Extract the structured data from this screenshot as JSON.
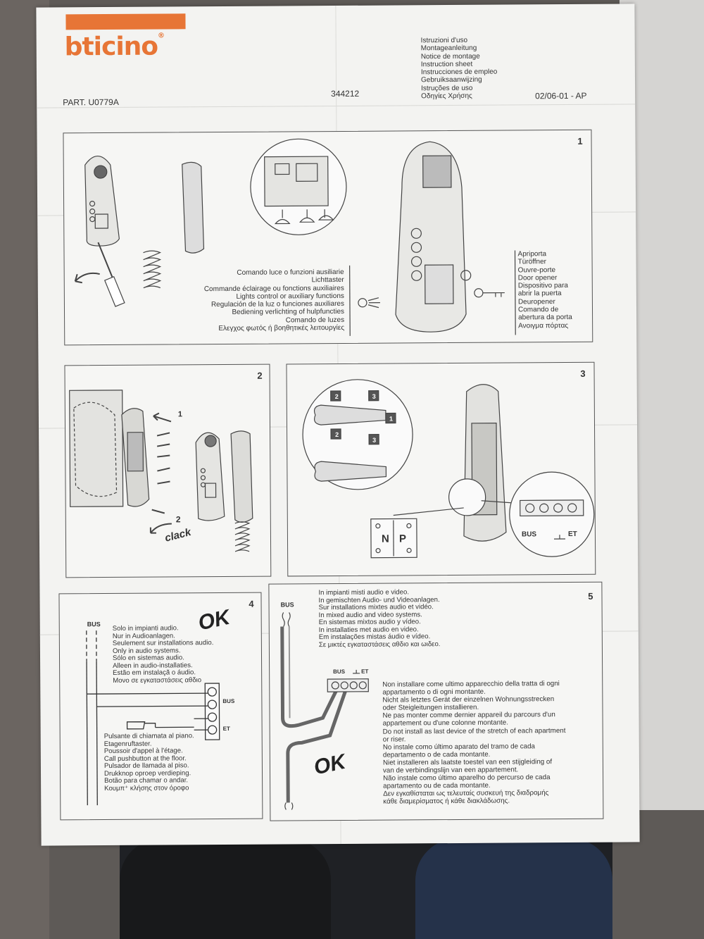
{
  "header": {
    "brand": "bticino",
    "part": "PART. U0779A",
    "code": "344212",
    "date": "02/06-01 - AP",
    "title_lines": [
      "Istruzioni d'uso",
      "Montageanleitung",
      "Notice de montage",
      "Instruction sheet",
      "Instrucciones de empleo",
      "Gebruiksaanwijzing",
      "Istruções de uso",
      "Οδηγίες Χρήσης"
    ]
  },
  "panels": {
    "p1": {
      "number": "1",
      "light_lines": [
        "Comando luce o funzioni ausiliarie",
        "Lichttaster",
        "Commande éclairage ou fonctions auxiliaires",
        "Lights control or auxiliary functions",
        "Regulación de la luz o funciones auxiliares",
        "Bediening verlichting of hulpfuncties",
        "Comando de luzes",
        "Ελεγχος φωτός ή βοηθητικές λειτουργίες"
      ],
      "door_lines": [
        "Apriporta",
        "Türöffner",
        "Ouvre-porte",
        "Door opener",
        "Dispositivo para",
        "abrir la puerta",
        "Deuropener",
        "Comando de",
        "abertura da porta",
        "Ανοιγμα πόρτας"
      ]
    },
    "p2": {
      "number": "2",
      "step1": "1",
      "step2": "2",
      "clack": "clack"
    },
    "p3": {
      "number": "3",
      "n": "N",
      "p": "P",
      "bus": "BUS",
      "et": "ET",
      "arrow1": "1",
      "arrow2": "2",
      "arrow3": "3"
    },
    "p4": {
      "number": "4",
      "ok": "OK",
      "bus": "BUS",
      "bus_terminal": "BUS",
      "et_terminal": "ET",
      "audio_lines": [
        "Solo in impianti audio.",
        "Nur in Audioanlagen.",
        "Seulement sur installations audio.",
        "Only in audio systems.",
        "Sólo en sistemas audio.",
        "Alleen in audio-installaties.",
        "Estão em instalaçã o áudio.",
        "Μονο σε εγκαταστάσεις αθδιο"
      ],
      "push_lines": [
        "Pulsante di chiamata al piano.",
        "Etagenruftaster.",
        "Poussoir d'appel à l'étage.",
        "Call pushbutton at the floor.",
        "Pulsador de llamada al piso.",
        "Drukknop oproep verdieping.",
        "Botão para chamar o andar.",
        "Κουμπ⁺ κλήσης στον όροφο"
      ]
    },
    "p5": {
      "number": "5",
      "ok": "OK",
      "bus": "BUS",
      "bus_terminal": "BUS",
      "et_terminal": "ET",
      "mixed_lines": [
        "In impianti misti audio e video.",
        "In gemischten Audio- und Videoanlagen.",
        "Sur installations mixtes audio et vidéo.",
        "In mixed audio and video systems.",
        "En sistemas mixtos audio y vídeo.",
        "In installaties met audio en video.",
        "Em instalações mistas áudio e vídeo.",
        "Σε μικτές εγκαταστάσεις αθδιο και ωιδεο."
      ],
      "last_lines": [
        "Non installare come ultimo apparecchio della tratta di ogni",
        "appartamento o di ogni montante.",
        "Nicht als letztes Gerät der einzelnen Wohnungsstrecken",
        "oder Steigleitungen installieren.",
        "Ne pas monter comme dernier appareil du parcours d'un",
        "appartement ou d'une colonne montante.",
        "Do not install as last device of the stretch of each apartment",
        "or riser.",
        "No instale como último aparato del tramo de cada",
        "departamento o de cada montante.",
        "Niet installeren als laatste toestel van een stijgleiding of",
        "van de verbindingslijn van een appartement.",
        "Não instale como último aparelho do percurso de cada",
        "apartamento ou de cada montante.",
        "Δεν εγκαθίσταται ως τελευταίς συσκευή της διαδρομής",
        "κάθε διαμερίσματος ή κάθε διακλάδωσης."
      ]
    }
  },
  "colors": {
    "brand": "#e77536",
    "paper": "#f3f3f1",
    "ink": "#333333",
    "line": "#555555"
  },
  "icons": [
    "screwdriver-icon",
    "key-icon",
    "lamp-icon",
    "intercom-icon",
    "handset-icon",
    "coil-cord-icon",
    "terminal-block-icon",
    "screw-icon"
  ]
}
